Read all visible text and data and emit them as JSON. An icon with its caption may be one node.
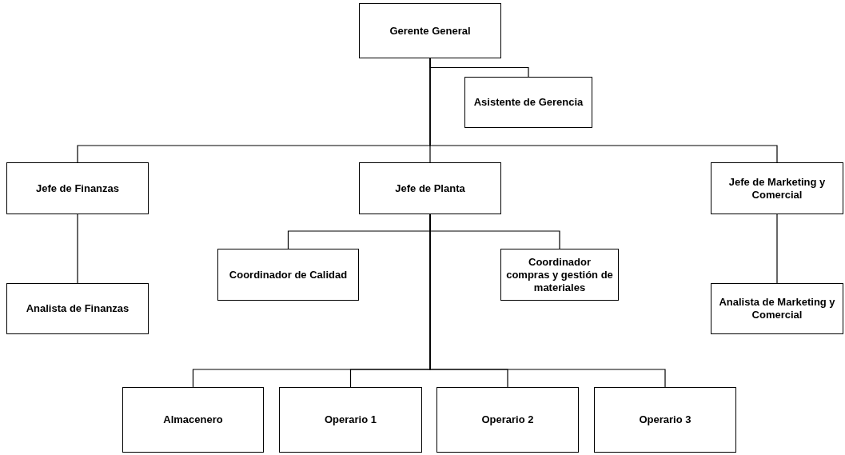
{
  "diagram": {
    "nodes": [
      {
        "text": [
          "Gerente General"
        ]
      },
      {
        "text": [
          "Asistente de Gerencia"
        ]
      },
      {
        "text": [
          "Jefe de Finanzas"
        ]
      },
      {
        "text": [
          "Jefe de Planta"
        ]
      },
      {
        "text": [
          "Jefe de Marketing y Comercial"
        ]
      },
      {
        "text": [
          "Analista de Finanzas"
        ]
      },
      {
        "text": [
          "Coordinador de Calidad"
        ]
      },
      {
        "text": [
          "Coordinador compras y gestión de materiales"
        ]
      },
      {
        "text": [
          "Analista de Marketing y Comercial"
        ]
      },
      {
        "text": [
          "Almacenero"
        ]
      },
      {
        "text": [
          "Operario 1"
        ]
      },
      {
        "text": [
          "Operario 2"
        ]
      },
      {
        "text": [
          "Operario 3"
        ]
      }
    ],
    "edges": [
      {
        "from": 0,
        "to": 1,
        "arrow": "none"
      },
      {
        "from": 0,
        "to": 2,
        "arrow": "none"
      },
      {
        "from": 0,
        "to": 3,
        "arrow": "none"
      },
      {
        "from": 0,
        "to": 4,
        "arrow": "none"
      },
      {
        "from": 2,
        "to": 5,
        "arrow": "none"
      },
      {
        "from": 3,
        "to": 6,
        "arrow": "none"
      },
      {
        "from": 3,
        "to": 7,
        "arrow": "none"
      },
      {
        "from": 4,
        "to": 8,
        "arrow": "none"
      },
      {
        "from": 3,
        "to": 9,
        "arrow": "none"
      },
      {
        "from": 3,
        "to": 10,
        "arrow": "none"
      },
      {
        "from": 3,
        "to": 11,
        "arrow": "none"
      },
      {
        "from": 3,
        "to": 12,
        "arrow": "none"
      }
    ]
  }
}
